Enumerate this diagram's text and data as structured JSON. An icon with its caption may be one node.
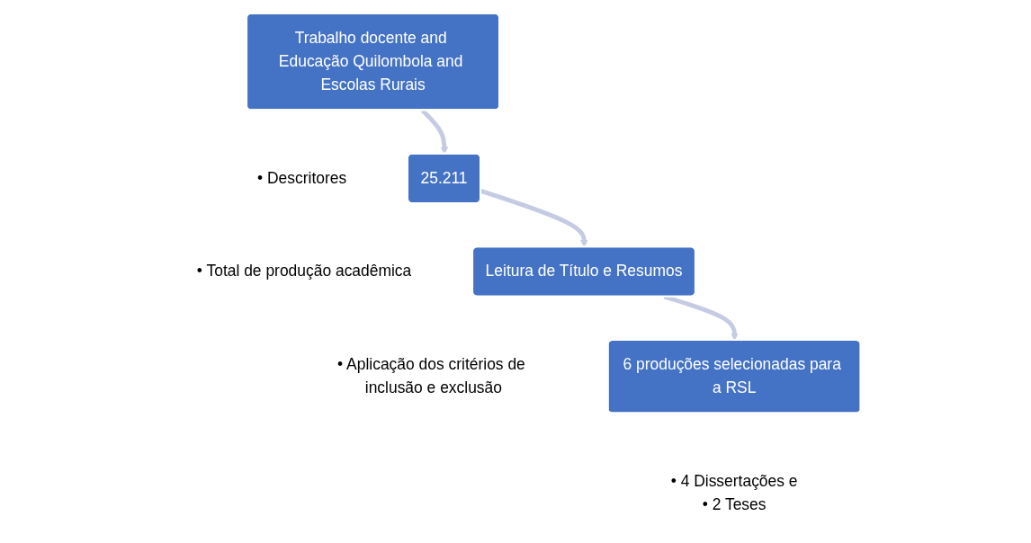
{
  "diagram": {
    "nodes": [
      {
        "text": [
          "Trabalho docente and Educação Quilombola and Escolas Rurais"
        ],
        "beside": [
          "• Descritores"
        ]
      },
      {
        "text": [
          "25.211"
        ],
        "beside": [
          "• Total de produção acadêmica"
        ]
      },
      {
        "text": [
          "Leitura de Título e Resumos"
        ],
        "beside": [
          "• Aplicação dos critérios de inclusão e exclusão"
        ]
      },
      {
        "text": [
          "6 produções selecionadas para a RSL"
        ],
        "beside": [
          "• 4 Dissertações e",
          "• 2 Teses"
        ]
      }
    ],
    "edges": [
      {
        "from": 0,
        "to": 1,
        "arrow": "to"
      },
      {
        "from": 1,
        "to": 2,
        "arrow": "to"
      },
      {
        "from": 2,
        "to": 3,
        "arrow": "to"
      }
    ]
  }
}
